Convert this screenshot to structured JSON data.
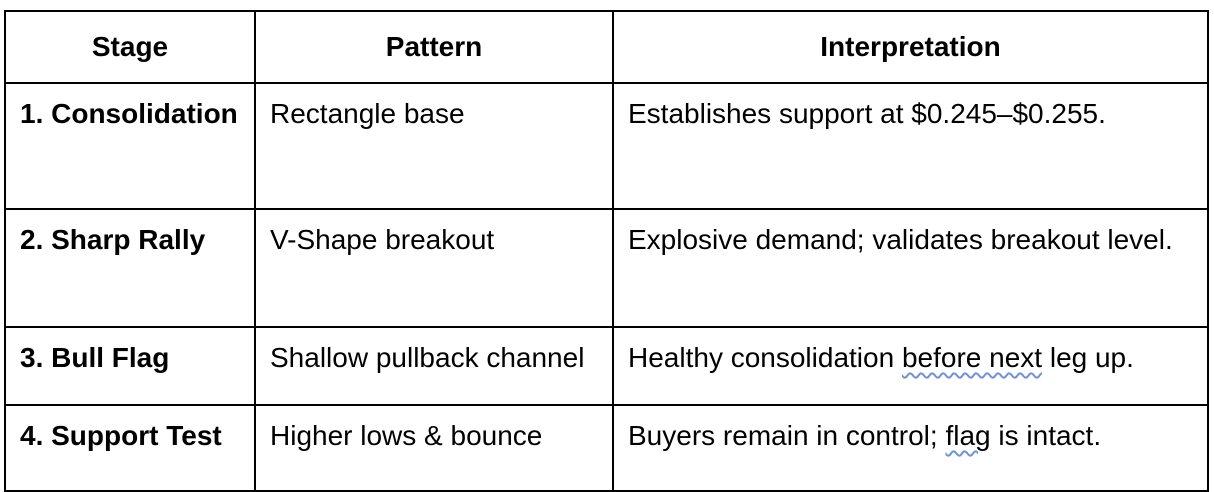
{
  "table": {
    "columns": [
      {
        "label": "Stage"
      },
      {
        "label": "Pattern"
      },
      {
        "label": "Interpretation"
      }
    ],
    "rows": [
      {
        "stage": "1. Consolidation",
        "pattern": "Rectangle base",
        "interp_pre": "Establishes support at $0.245–$0.255.",
        "interp_mark": "",
        "interp_post": ""
      },
      {
        "stage": "2. Sharp Rally",
        "pattern": "V-Shape breakout",
        "interp_pre": "Explosive demand; validates breakout level.",
        "interp_mark": "",
        "interp_post": ""
      },
      {
        "stage": "3. Bull Flag",
        "pattern": "Shallow pullback channel",
        "interp_pre": "Healthy consolidation ",
        "interp_mark": "before next",
        "interp_post": " leg up."
      },
      {
        "stage": "4. Support Test",
        "pattern": "Higher lows & bounce",
        "interp_pre": "Buyers remain in control; ",
        "interp_mark": "flag",
        "interp_post": " is intact."
      }
    ],
    "colors": {
      "border": "#000000",
      "text": "#000000",
      "background": "#ffffff",
      "squiggle": "#6f93d6"
    }
  }
}
